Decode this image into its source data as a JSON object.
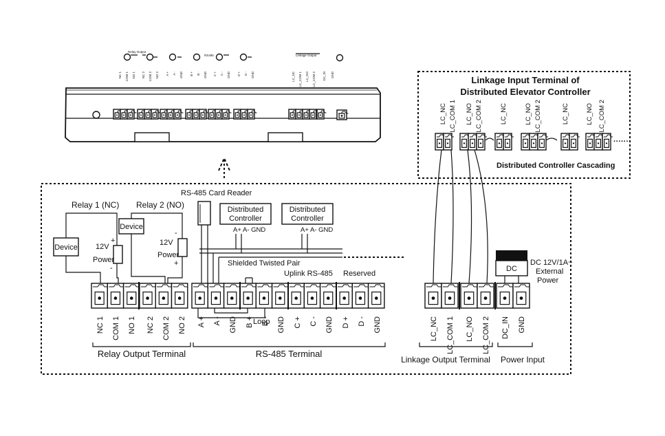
{
  "device_top": {
    "relay_output_label": "Relay Output",
    "rs485_label": "RS485",
    "linkage_output_label": "Linkage Output",
    "pins_left": [
      "NC 1",
      "COM 1",
      "NO 1",
      "NC 2",
      "COM 2",
      "NO 2",
      "A +",
      "A -",
      "GND",
      "B +",
      "B -",
      "GND",
      "C +",
      "C -",
      "GND",
      "D +",
      "D -",
      "GND"
    ],
    "pins_right": [
      "LC_NC",
      "LC_COM 1",
      "LC_NO",
      "LC_COM 2",
      "DC_IN",
      "GND"
    ]
  },
  "linkage_input": {
    "title_line1": "Linkage Input Terminal of",
    "title_line2": "Distributed Elevator Controller",
    "pins": [
      "LC_NC",
      "LC_COM 1",
      "LC_NO",
      "LC_COM 2",
      "LC_NC",
      "LC_NO",
      "LC_COM 2",
      "LC_NC",
      "LC_NO",
      "LC_COM 2"
    ],
    "cascading_label": "Distributed Controller Cascading"
  },
  "wiring": {
    "card_reader_label": "RS-485 Card Reader",
    "relay1_label": "Relay 1 (NC)",
    "relay2_label": "Relay 2 (NO)",
    "device_label": "Device",
    "voltage_label": "12V",
    "power_label": "Power",
    "plus": "+",
    "minus": "-",
    "controller_line1": "Distributed",
    "controller_line2": "Controller",
    "controller_pins": "A+ A- GND",
    "shielded_label": "Shielded Twisted Pair",
    "uplink_label": "Uplink RS-485",
    "reserved_label": "Reserved",
    "loop_label": "Loop",
    "bottom_pins": [
      "NC 1",
      "COM 1",
      "NO 1",
      "NC 2",
      "COM 2",
      "NO 2",
      "A +",
      "A -",
      "GND",
      "B +",
      "B -",
      "GND",
      "C +",
      "C -",
      "GND",
      "D +",
      "D -",
      "GND"
    ],
    "relay_terminal_label": "Relay Output Terminal",
    "rs485_terminal_label": "RS-485 Terminal"
  },
  "right_bottom": {
    "dc_label": "DC",
    "external_power_line1": "DC 12V/1A~",
    "external_power_line2": "External",
    "external_power_line3": "Power",
    "pins": [
      "LC_NC",
      "LC_COM 1",
      "LC_NO",
      "LC_COM 2",
      "DC_IN",
      "GND"
    ],
    "linkage_output_label": "Linkage Output Terminal",
    "power_input_label": "Power Input"
  }
}
